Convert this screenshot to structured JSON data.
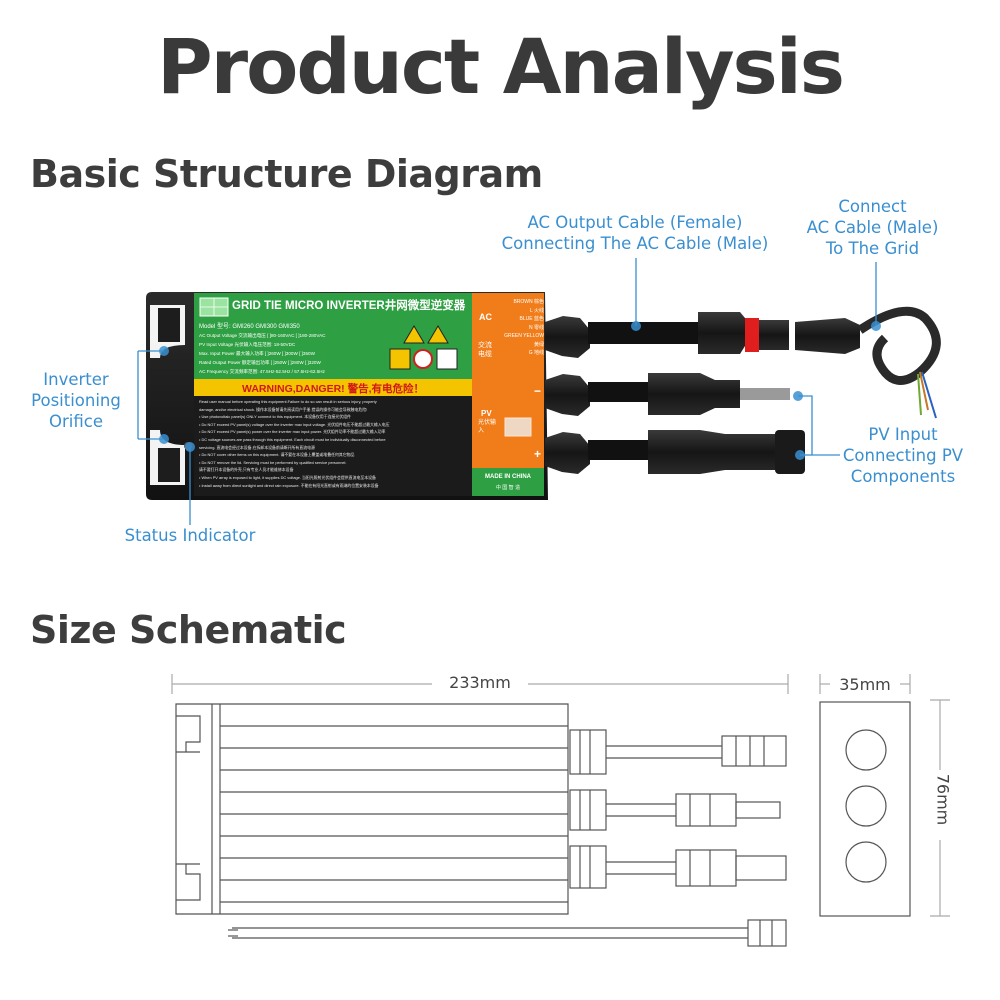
{
  "page_title": "Product Analysis",
  "sections": {
    "structure_title": "Basic Structure Diagram",
    "size_title": "Size Schematic"
  },
  "callouts": {
    "ac_output": [
      "AC Output Cable (Female)",
      "Connecting The AC Cable (Male)"
    ],
    "connect_grid": [
      "Connect",
      "AC Cable (Male)",
      "To The Grid"
    ],
    "positioning": [
      "Inverter",
      "Positioning",
      "Orifice"
    ],
    "pv_input": [
      "PV Input",
      "Connecting PV",
      "Components"
    ],
    "status": "Status Indicator"
  },
  "label": {
    "brand": "GRID TIE MICRO INVERTER井网微型逆变器",
    "model_prefix": "Model 型号:",
    "models": [
      "GMI260",
      "GMI300",
      "GMI350"
    ],
    "specs": [
      "AC Output Voltage 交流输出电压 [ ]80-160VAC [ ]180-280VAC",
      "PV Input Voltage 光伏输入电压范围: 18-50VDC",
      "Max. Input Power 最大输入功率 [ ]260W [ ]300W [ ]350W",
      "Rated Output Power 额定输出功率 [ ]250W [ ]280W [ ]320W",
      "AC Frequency 交流频率范围: 47.5Hz-52.5Hz / 57.5Hz-62.5Hz"
    ],
    "warning": "WARNING,DANGER! 警告,有电危险！",
    "warning_text": [
      "Read user manual before operating this equipment.Failure to do so can result in serious injury, property",
      "damage, and/or electrical shock. 操作本设备前请先阅读用户手册,错误的操作可能会导致触电危险!",
      "• Use photovoltaic panel(s) ONLY connect to this equipment. 本设备仅用于连接光伏组件",
      "• Do NOT exceed PV panel(s) voltage over the inverter max input voltage. 光伏组件电压不能超过最大输入电压",
      "• Do NOT exceed PV panel(s) power over the inverter max input power. 光伏组件功率不能超过最大输入功率",
      "• DC voltage sources are pass through this equipment. Each circuit must be individually disconnected before",
      "  servicing. 直流电会经过本设备,在拆卸本设备前请断开所有直流电源",
      "• Do NOT cover other items on this equipment. 请不要在本设备上覆盖或堆叠任何其它物品",
      "• Do NOT remove the lid. Servicing must be performed by qualified service personnel.",
      "  请不要打开本设备的外壳,只有专业人员才能维修本设备",
      "• When PV array is exposed to light, it supplies DC voltage. 当阳光照射光伏组件会提供直流电至本设备",
      "• Install away from direct sunlight and direct rain exposure. 不能在有阳光直射或有雨淋的位置安装本设备"
    ],
    "ac": "AC",
    "ac_cn": "交流电缆",
    "wires": [
      "BROWN 棕色",
      "L 火线",
      "BLUE 蓝色",
      "N 零线",
      "GREEN YELLOW 黄绿",
      "G 地线"
    ],
    "pv": "PV",
    "pv_cn": "光伏输入",
    "minus": "−",
    "plus": "+",
    "made_in": "MADE IN CHINA",
    "made_cn": "中 国 智 造"
  },
  "dimensions": {
    "length": "233mm",
    "width": "35mm",
    "height": "76mm"
  },
  "colors": {
    "callout": "#3a8fd0",
    "label_green": "#2ea043",
    "label_orange": "#f07d1a",
    "warning_yellow": "#f5c400"
  }
}
